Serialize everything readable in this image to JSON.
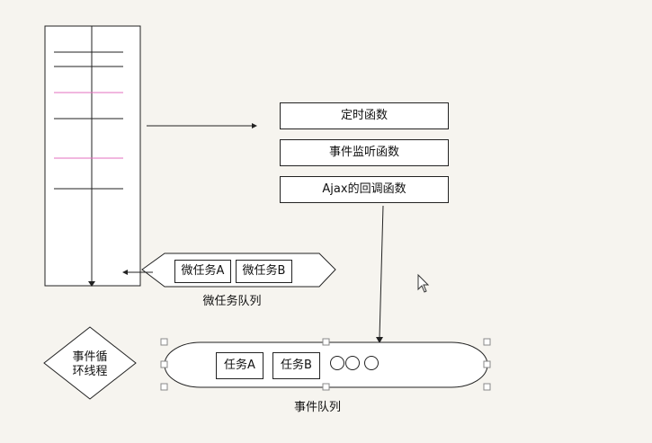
{
  "callback_boxes": [
    {
      "label": "定时函数"
    },
    {
      "label": "事件监听函数"
    },
    {
      "label": "Ajax的回调函数"
    }
  ],
  "micro_queue": {
    "tasks": [
      "微任务A",
      "微任务B"
    ],
    "caption": "微任务队列"
  },
  "event_queue": {
    "tasks": [
      "任务A",
      "任务B"
    ],
    "caption": "事件队列"
  },
  "event_loop": {
    "line1": "事件循",
    "line2": "环线程"
  },
  "colors": {
    "stroke": "#222222",
    "accent_line": "#e36fbf",
    "handle": "#888888"
  }
}
